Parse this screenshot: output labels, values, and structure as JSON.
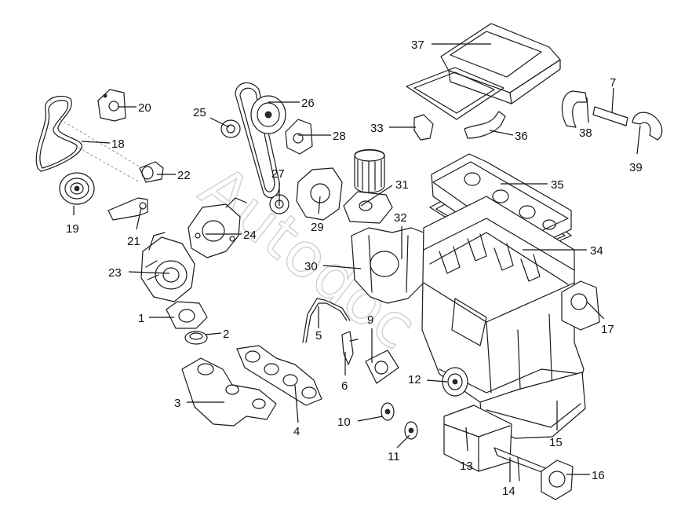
{
  "watermark": "Autodoc",
  "callouts": [
    {
      "id": "1",
      "label": "1"
    },
    {
      "id": "2",
      "label": "2"
    },
    {
      "id": "3",
      "label": "3"
    },
    {
      "id": "4",
      "label": "4"
    },
    {
      "id": "5",
      "label": "5"
    },
    {
      "id": "6",
      "label": "6"
    },
    {
      "id": "7",
      "label": "7"
    },
    {
      "id": "9",
      "label": "9"
    },
    {
      "id": "10",
      "label": "10"
    },
    {
      "id": "11",
      "label": "11"
    },
    {
      "id": "12",
      "label": "12"
    },
    {
      "id": "13",
      "label": "13"
    },
    {
      "id": "14",
      "label": "14"
    },
    {
      "id": "15",
      "label": "15"
    },
    {
      "id": "16",
      "label": "16"
    },
    {
      "id": "17",
      "label": "17"
    },
    {
      "id": "18",
      "label": "18"
    },
    {
      "id": "19",
      "label": "19"
    },
    {
      "id": "20",
      "label": "20"
    },
    {
      "id": "21",
      "label": "21"
    },
    {
      "id": "22",
      "label": "22"
    },
    {
      "id": "23",
      "label": "23"
    },
    {
      "id": "24",
      "label": "24"
    },
    {
      "id": "25",
      "label": "25"
    },
    {
      "id": "26",
      "label": "26"
    },
    {
      "id": "27",
      "label": "27"
    },
    {
      "id": "28",
      "label": "28"
    },
    {
      "id": "29",
      "label": "29"
    },
    {
      "id": "30",
      "label": "30"
    },
    {
      "id": "31",
      "label": "31"
    },
    {
      "id": "32",
      "label": "32"
    },
    {
      "id": "33",
      "label": "33"
    },
    {
      "id": "34",
      "label": "34"
    },
    {
      "id": "35",
      "label": "35"
    },
    {
      "id": "36",
      "label": "36"
    },
    {
      "id": "37",
      "label": "37"
    },
    {
      "id": "38",
      "label": "38"
    },
    {
      "id": "39",
      "label": "39"
    }
  ]
}
